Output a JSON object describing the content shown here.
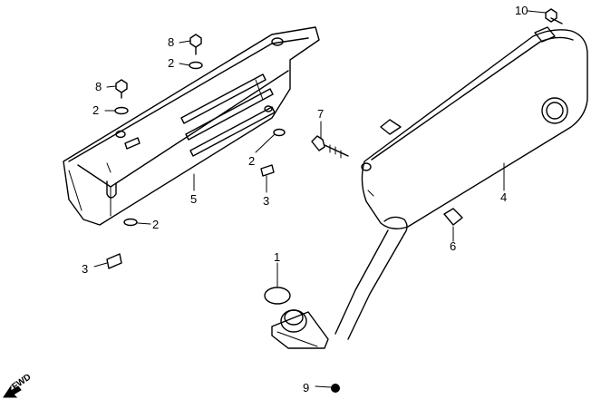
{
  "callouts": [
    {
      "id": "c10",
      "text": "10"
    },
    {
      "id": "c8a",
      "text": "8"
    },
    {
      "id": "c2a",
      "text": "2"
    },
    {
      "id": "c8b",
      "text": "8"
    },
    {
      "id": "c2b",
      "text": "2"
    },
    {
      "id": "c7",
      "text": "7"
    },
    {
      "id": "c2c",
      "text": "2"
    },
    {
      "id": "c3a",
      "text": "3"
    },
    {
      "id": "c5",
      "text": "5"
    },
    {
      "id": "c4",
      "text": "4"
    },
    {
      "id": "c2d",
      "text": "2"
    },
    {
      "id": "c6",
      "text": "6"
    },
    {
      "id": "c1",
      "text": "1"
    },
    {
      "id": "c3b",
      "text": "3"
    },
    {
      "id": "c9",
      "text": "9"
    }
  ],
  "direction_label": "FWD"
}
